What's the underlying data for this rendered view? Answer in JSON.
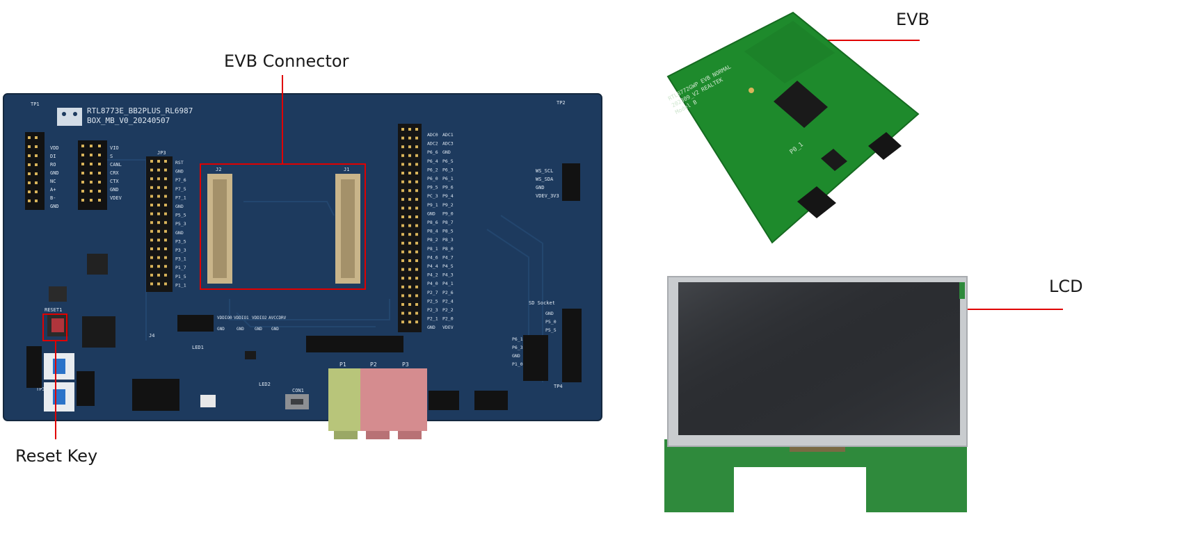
{
  "callouts": {
    "evb_connector": "EVB Connector",
    "reset_key": "Reset Key",
    "evb": "EVB",
    "lcd": "LCD"
  },
  "mainboard": {
    "silk_line1": "RTL8773E_BB2PLUS_RL6987",
    "silk_line2": "BOX_MB_V0_20240507",
    "tp1": "TP1",
    "tp2": "TP2",
    "tp3": "TP3",
    "tp4": "TP4",
    "j1": "J1",
    "j2": "J2",
    "jp3": "JP3",
    "reset": "RESET1",
    "sd_socket": "SD Socket",
    "left_pins": [
      "VDD",
      "DI",
      "RO",
      "GND",
      "NC",
      "A+",
      "B-",
      "GND"
    ],
    "left_pins2": [
      "VIO",
      "S",
      "CANL",
      "CRX",
      "CTX",
      "GND",
      "VDEV"
    ],
    "jp3_pins": [
      "RST",
      "GND",
      "P7_6",
      "P7_5",
      "P7_1",
      "GND",
      "P5_5",
      "P5_3",
      "GND",
      "P3_5",
      "P3_3",
      "P3_1",
      "P1_7",
      "P1_5",
      "P1_1"
    ],
    "right_pins": [
      "ADC0",
      "ADC2",
      "P6_6",
      "P6_4",
      "P6_2",
      "P6_0",
      "P9_5",
      "PC_3",
      "P9_1",
      "GND",
      "P8_6",
      "P8_4",
      "P8_2",
      "P8_1",
      "P4_6",
      "P4_4",
      "P4_2",
      "P4_0",
      "P2_7",
      "P2_5",
      "P2_3",
      "P2_1",
      "GND"
    ],
    "right_pins2": [
      "ADC1",
      "ADC3",
      "GND",
      "P6_5",
      "P6_3",
      "P6_1",
      "P9_6",
      "P9_4",
      "P9_2",
      "P9_0",
      "P8_7",
      "P8_5",
      "P8_3",
      "P8_0",
      "P4_7",
      "P4_5",
      "P4_3",
      "P4_1",
      "P2_6",
      "P2_4",
      "P2_2",
      "P2_0",
      "VDEV"
    ],
    "ws_pins": [
      "WS_SCL",
      "WS_SDA",
      "GND",
      "VDEV_3V3"
    ],
    "sd_pins": [
      "GND",
      "P5_0",
      "P5_5",
      "P6_1",
      "P6_3",
      "GND",
      "P1_0"
    ],
    "power_pins": [
      "VDDIO0",
      "VDDIO1",
      "VDDIO2",
      "AVCCDRV"
    ],
    "power_pins2": [
      "GND",
      "GND",
      "GND",
      "GND"
    ],
    "audio_labels": [
      "P1",
      "P2",
      "P3"
    ],
    "j4": "J4",
    "led1": "LED1",
    "led2": "LED2",
    "con1": "CON1"
  },
  "evb_board": {
    "silk_line1": "RTL8772GWP EVB NORMAL",
    "silk_line2": "202309_V2  REALTEK",
    "silk_line3": "Model B",
    "p0_1": "P0_1"
  },
  "colors": {
    "callout_line": "#e00000",
    "mainboard": "#1e3a5c",
    "evb_pcb": "#1e8a2c",
    "lcd_frame": "#c9cccf",
    "lcd_screen": "#2a2c30"
  }
}
